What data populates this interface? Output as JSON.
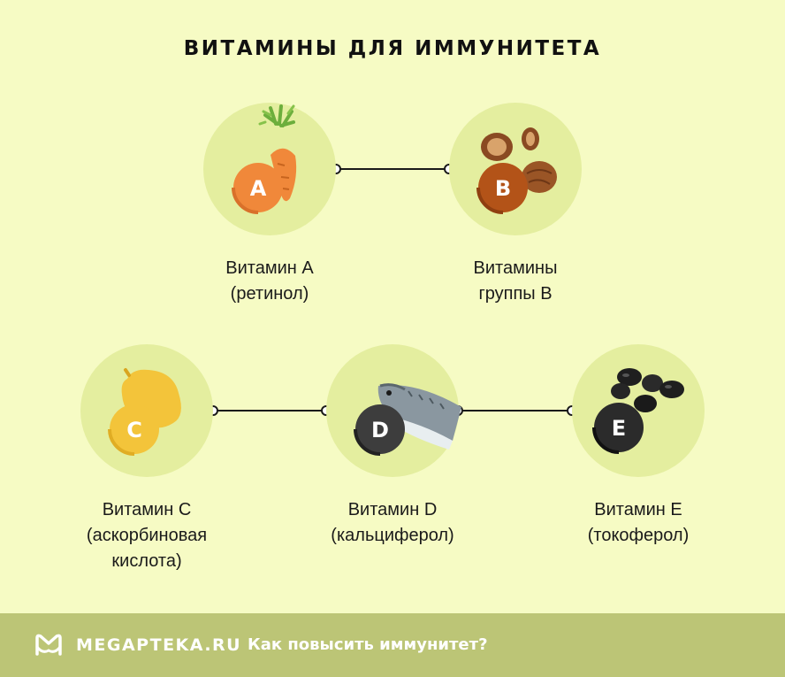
{
  "title": "ВИТАМИНЫ ДЛЯ ИММУНИТЕТА",
  "colors": {
    "background": "#f6fbc4",
    "circle": "#e4ee9f",
    "footer": "#bcc576",
    "badge_a": "#f0883a",
    "badge_b": "#b35318",
    "badge_c": "#f3c43a",
    "badge_d": "#3d3d3d",
    "badge_e": "#2b2b2b"
  },
  "nodes": [
    {
      "letter": "A",
      "icon": "carrot-icon",
      "label_line1": "Витамин А",
      "label_line2": "(ретинол)",
      "label_line3": ""
    },
    {
      "letter": "B",
      "icon": "nuts-icon",
      "label_line1": "Витамины",
      "label_line2": "группы B",
      "label_line3": ""
    },
    {
      "letter": "C",
      "icon": "lemon-icon",
      "label_line1": "Витамин C",
      "label_line2": "(аскорбиновая",
      "label_line3": "кислота)"
    },
    {
      "letter": "D",
      "icon": "fish-icon",
      "label_line1": "Витамин D",
      "label_line2": "(кальциферол)",
      "label_line3": ""
    },
    {
      "letter": "E",
      "icon": "olives-icon",
      "label_line1": "Витамин Е",
      "label_line2": "(токоферол)",
      "label_line3": ""
    }
  ],
  "footer": {
    "brand": "MEGAPTEKA.RU",
    "link": "Как повысить иммунитет?",
    "logo_icon": "megapteka-logo-icon"
  }
}
